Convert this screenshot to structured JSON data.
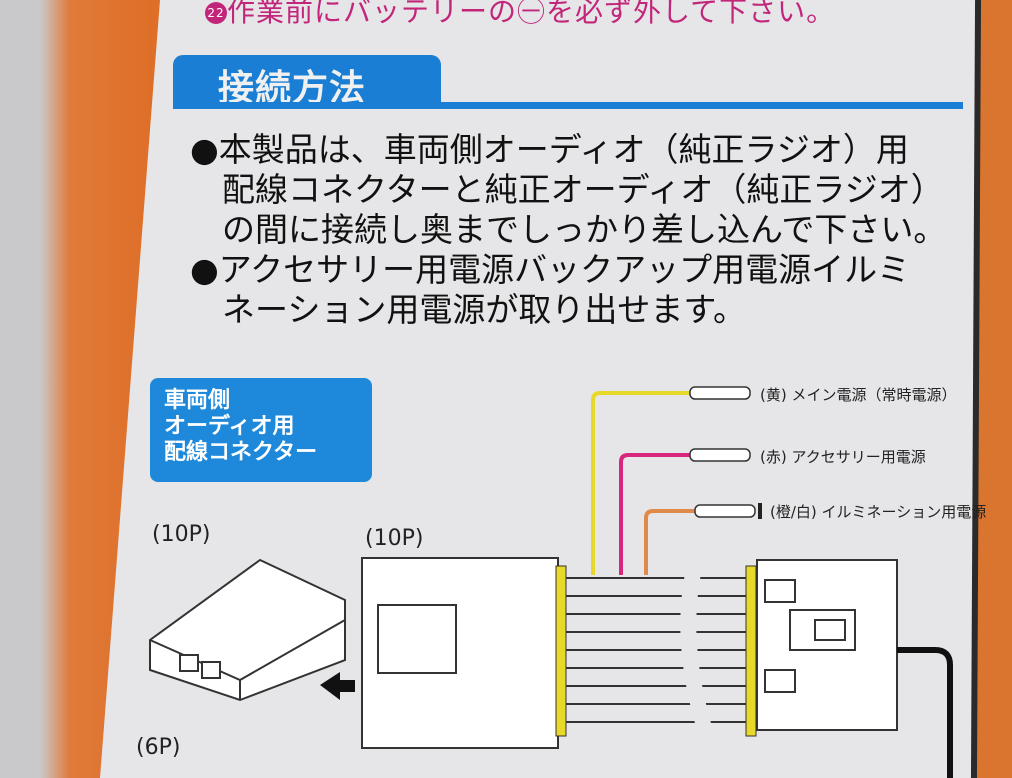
{
  "warning": {
    "number": "22",
    "text": "作業前にバッテリーの㊀を必ず外して下さい。"
  },
  "section_title": "接続方法",
  "bullets": [
    {
      "lines": [
        "●本製品は、車両側オーディオ（純正ラジオ）用",
        "配線コネクターと純正オーディオ（純正ラジオ）",
        "の間に接続し奥までしっかり差し込んで下さい。"
      ]
    },
    {
      "lines": [
        "●アクセサリー用電源バックアップ用電源イルミ",
        "ネーション用電源が取り出せます。"
      ]
    }
  ],
  "vehicle_box": [
    "車両側",
    "オーディオ用",
    "配線コネクター"
  ],
  "wires": [
    {
      "label": "(黄) メイン電源（常時電源）",
      "color": "#e8d82a"
    },
    {
      "label": "(赤) アクセサリー用電源",
      "color": "#d8267e"
    },
    {
      "label": "(橙/白) イルミネーション用電源",
      "color": "#e08a4a"
    }
  ],
  "pin_labels": {
    "vehicle_connector": "(10P)",
    "harness_connector": "(10P)",
    "lower_connector": "(6P)"
  }
}
